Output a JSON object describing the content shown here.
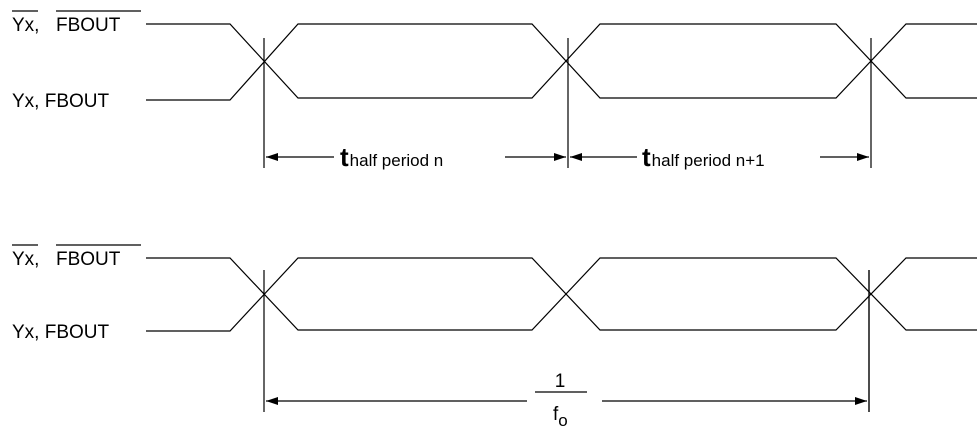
{
  "diagram": {
    "colors": {
      "stroke": "#000000",
      "background": "#ffffff"
    },
    "top": {
      "label_complement_a": "Yx,",
      "label_complement_b": "FBOUT",
      "label_true": "Yx, FBOUT",
      "half_period_n": {
        "t": "t",
        "sub": "half period n"
      },
      "half_period_n1": {
        "t": "t",
        "sub": "half period n+1"
      }
    },
    "bottom": {
      "label_complement_a": "Yx,",
      "label_complement_b": "FBOUT",
      "label_true": "Yx, FBOUT",
      "period": {
        "numerator": "1",
        "denominator": "f",
        "denominator_sub": "o"
      }
    }
  }
}
